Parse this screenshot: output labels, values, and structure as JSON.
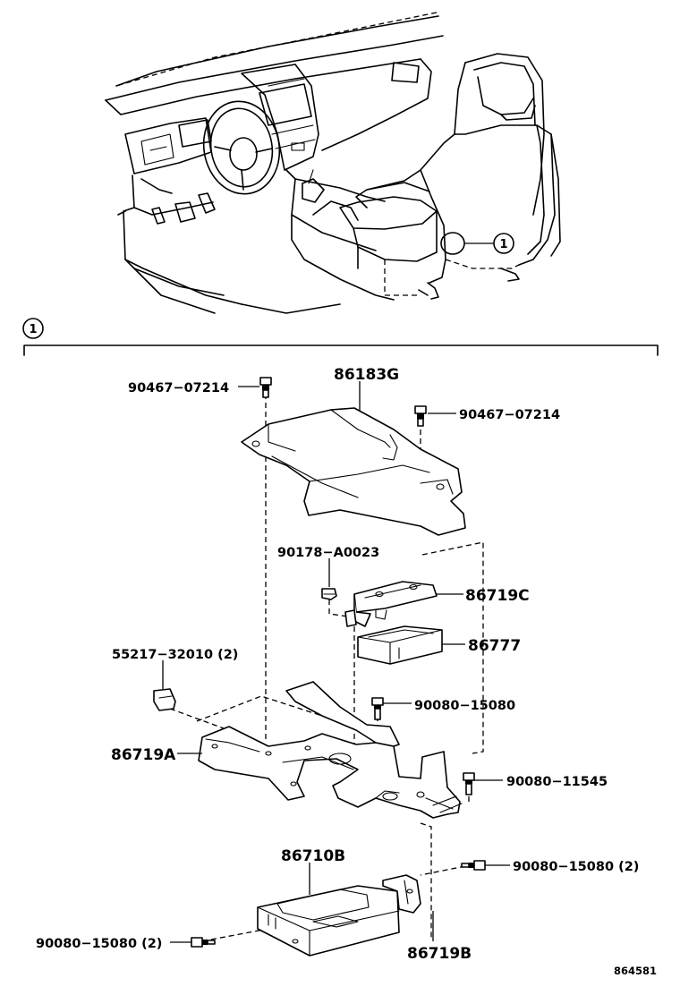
{
  "callout_marker": "1",
  "parts": {
    "p86183G": "86183G",
    "p90467_left": "90467−07214",
    "p90467_right": "90467−07214",
    "p90178": "90178−A0023",
    "p86719C": "86719C",
    "p86777": "86777",
    "p55217": "55217−32010 (2)",
    "p90080_15080_mid": "90080−15080",
    "p86719A": "86719A",
    "p90080_11545": "90080−11545",
    "p86710B": "86710B",
    "p90080_15080_right": "90080−15080 (2)",
    "p90080_15080_left": "90080−15080 (2)",
    "p86719B": "86719B"
  },
  "figure_id": "864581"
}
